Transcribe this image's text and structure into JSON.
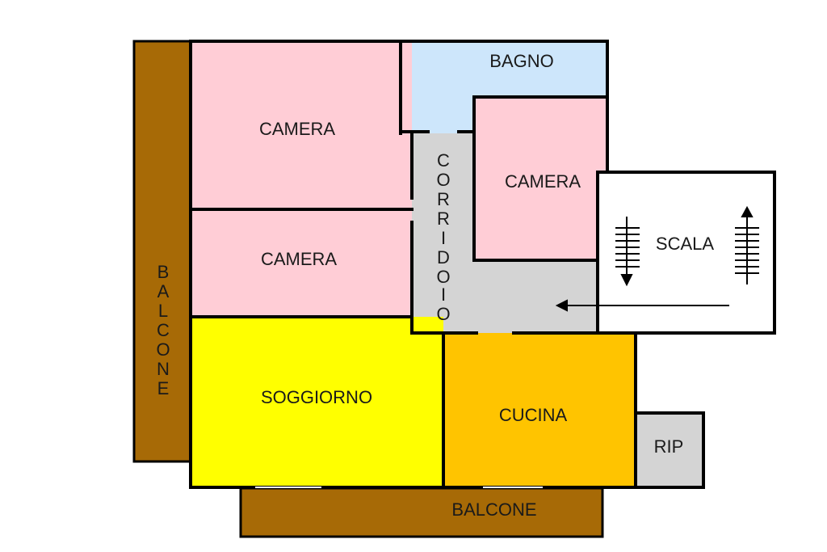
{
  "rooms": {
    "bagno": "BAGNO",
    "camera_1": "CAMERA",
    "camera_2": "CAMERA",
    "camera_3": "CAMERA",
    "corridoio": [
      "C",
      "O",
      "R",
      "R",
      "I",
      "D",
      "O",
      "I",
      "O"
    ],
    "scala": "SCALA",
    "soggiorno": "SOGGIORNO",
    "cucina": "CUCINA",
    "rip": "RIP",
    "balcone_left": [
      "B",
      "A",
      "L",
      "C",
      "O",
      "N",
      "E"
    ],
    "balcone_bottom": "BALCONE"
  },
  "colors": {
    "balcone": "#a76a06",
    "camera": "#ffcdd6",
    "bagno": "#cde6fb",
    "corridoio": "#d4d4d4",
    "soggiorno": "#ffff00",
    "cucina": "#ffc400",
    "rip": "#d4d4d4",
    "scala": "#ffffff",
    "wall": "#000000"
  }
}
